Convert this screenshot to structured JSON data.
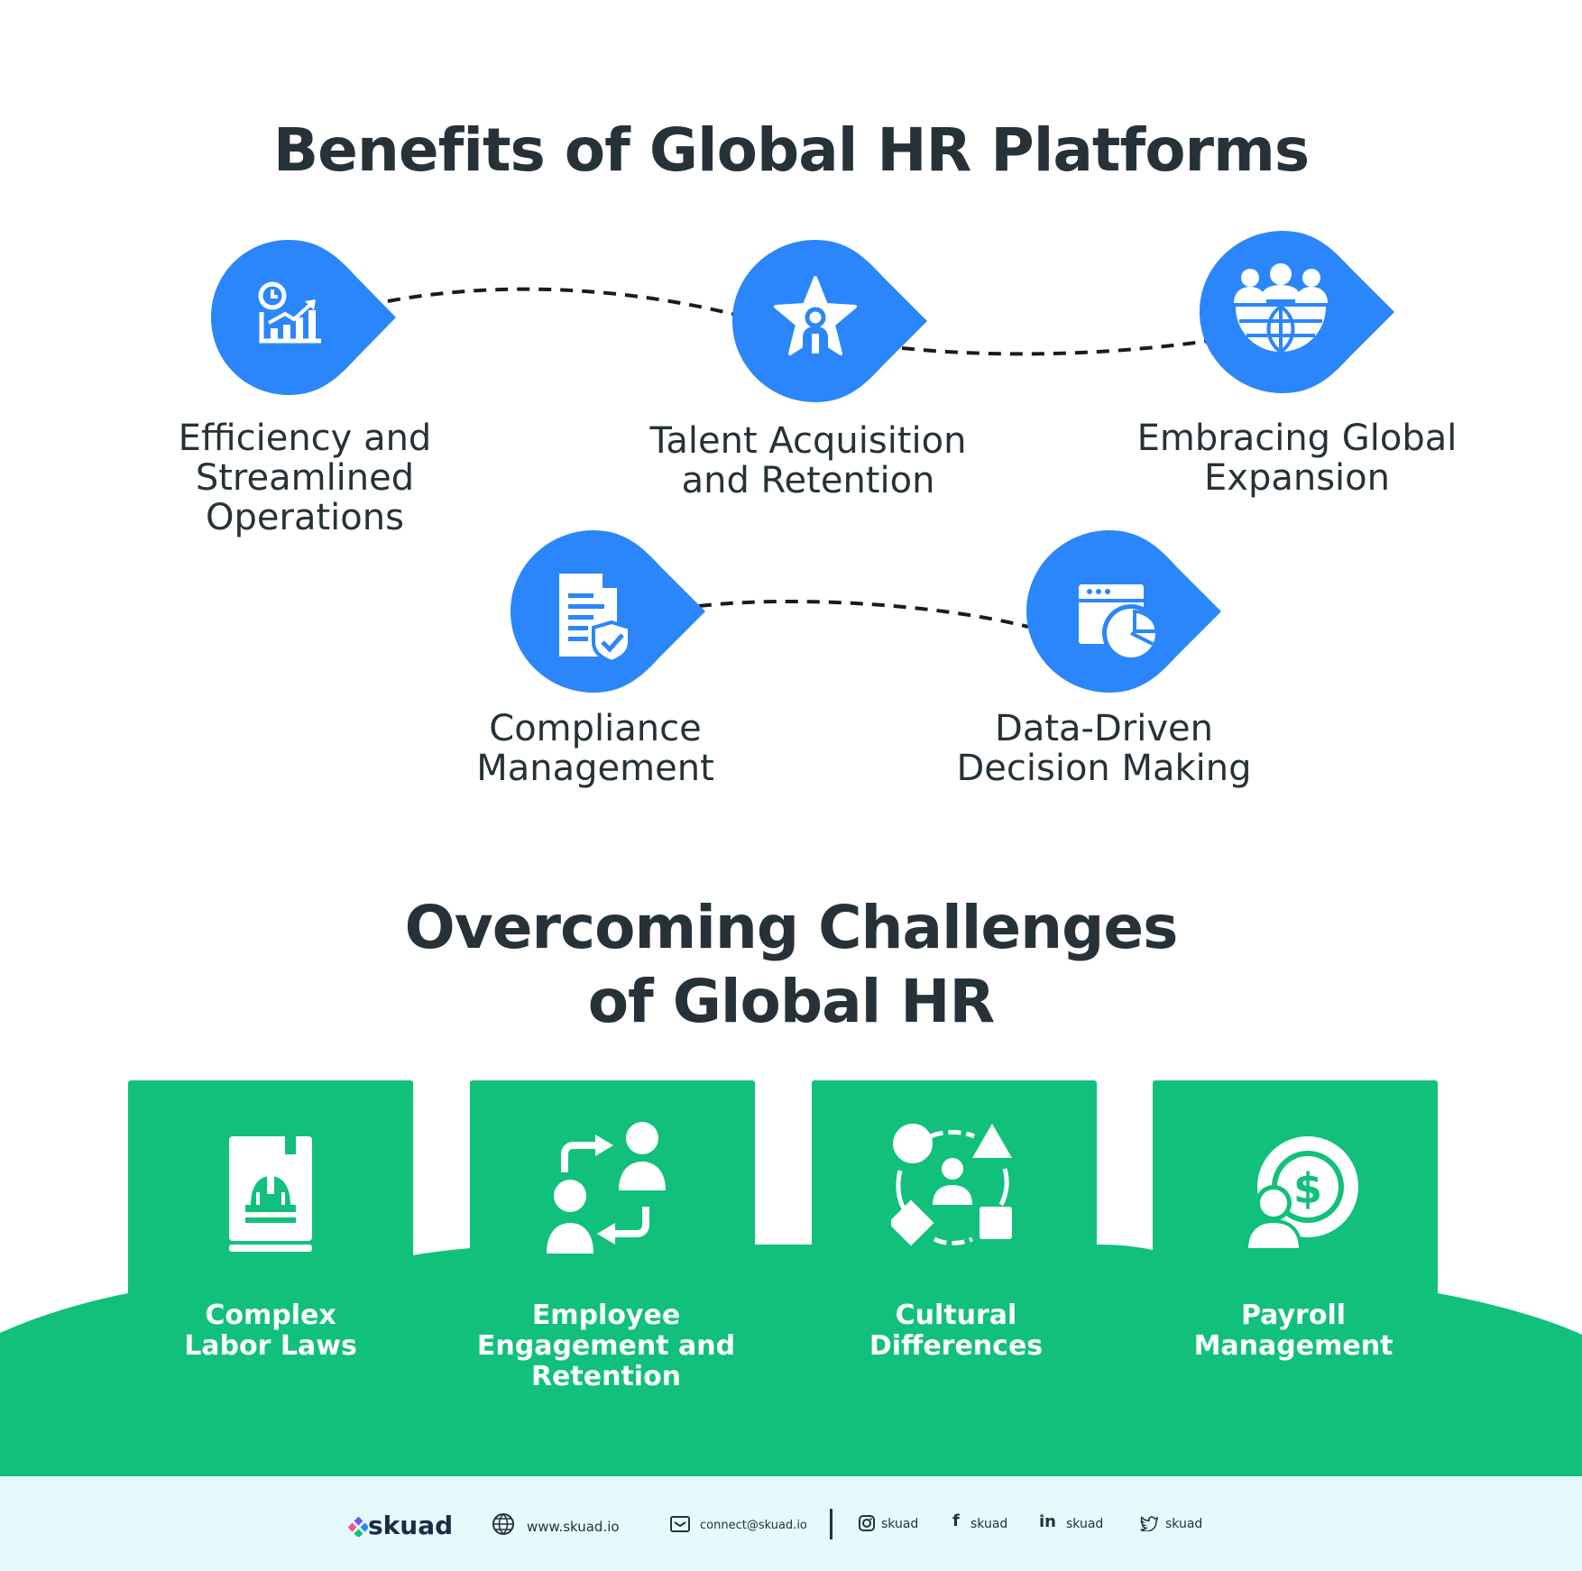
{
  "benefits": {
    "title": "Benefits of Global HR Platforms",
    "items": [
      {
        "label_lines": [
          "Efficiency and",
          "Streamlined",
          "Operations"
        ],
        "icon": "chart-clock-icon"
      },
      {
        "label_lines": [
          "Talent Acquisition",
          "and Retention"
        ],
        "icon": "star-person-icon"
      },
      {
        "label_lines": [
          "Embracing Global",
          "Expansion"
        ],
        "icon": "globe-people-icon"
      },
      {
        "label_lines": [
          "Compliance",
          "Management"
        ],
        "icon": "document-shield-icon"
      },
      {
        "label_lines": [
          "Data-Driven",
          "Decision Making"
        ],
        "icon": "browser-pie-chart-icon"
      }
    ]
  },
  "challenges": {
    "title_lines": [
      "Overcoming Challenges",
      "of Global HR"
    ],
    "items": [
      {
        "label_lines": [
          "Complex",
          "Labor Laws"
        ],
        "icon": "law-book-helmet-icon"
      },
      {
        "label_lines": [
          "Employee",
          "Engagement and",
          "Retention"
        ],
        "icon": "people-exchange-icon"
      },
      {
        "label_lines": [
          "Cultural",
          "Differences"
        ],
        "icon": "diverse-shapes-person-icon"
      },
      {
        "label_lines": [
          "Payroll",
          "Management"
        ],
        "icon": "person-dollar-coin-icon"
      }
    ]
  },
  "footer": {
    "brand": "skuad",
    "website": "www.skuad.io",
    "email": "connect@skuad.io",
    "instagram": "skuad",
    "facebook": "skuad",
    "linkedin": "skuad",
    "twitter": "skuad"
  },
  "colors": {
    "blue": "#2a86fa",
    "green": "#10c07b",
    "dark_text": "#263238",
    "footer_bg": "#e4fafd"
  }
}
